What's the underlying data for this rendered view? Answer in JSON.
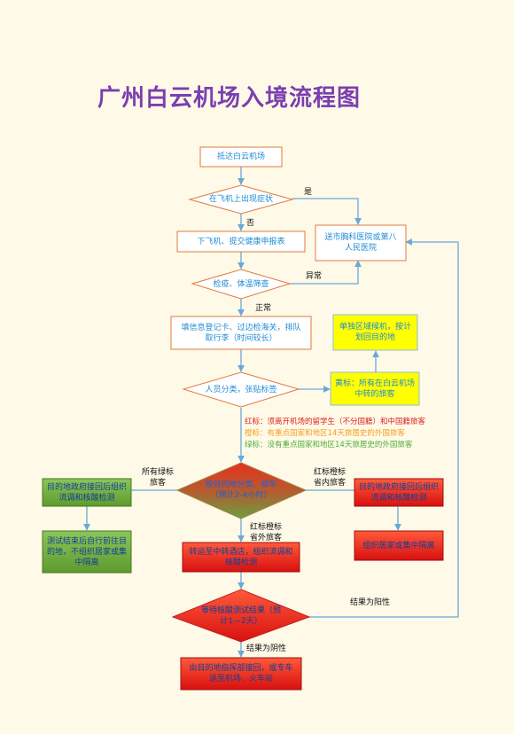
{
  "title": "广州白云机场入境流程图",
  "nodes": {
    "arrive": "抵达白云机场",
    "symptom_q": "在飞机上出现症状",
    "disembark": "下飞机、提交健康申报表",
    "hospital": "送市胸科医院或第八人民医院",
    "check_q": "检疫、体温筛查",
    "fill": "填信息登记卡、过边检海关，排队取行李（时间较长）",
    "sort_q": "人员分类，张贴标签",
    "yellow": "黄标：所有在白云机场中转的旅客",
    "yellow_action": "单独区域候机，按计划回目的地",
    "dest_q": "按目的地分类、候车（预计2-4小时）",
    "green_action": "目的地政府接回后组织流调和核酸检测",
    "green_after": "测试结束后自行前往目的地，不组织居家或集中隔离",
    "red_in_action": "目的地政府接回后组织流调和核酸检测",
    "red_in_after": "组织居家或集中隔离",
    "hotel": "转运至中转酒店，组织流调和核酸检测",
    "result_q": "等待核酸测试结果（预计1—2天）",
    "final": "由目的地指挥部接回，或专车送至机场、火车站"
  },
  "edge_labels": {
    "yes": "是",
    "no": "否",
    "abnormal": "异常",
    "normal": "正常",
    "all_green": "所有绿标旅客",
    "red_in_province": "红标橙标省内旅客",
    "red_out_province": "红标橙标省外旅客",
    "positive": "结果为阳性",
    "negative": "结果为阴性"
  },
  "legend": {
    "red": "红标：须离开机场的留学生（不分国籍）和中国籍旅客",
    "orange": "橙标：有重点国家和地区14天旅居史的外国旅客",
    "green": "绿标：没有重点国家和地区14天旅居史的外国旅客"
  },
  "colors": {
    "box_border": "#e07a3a",
    "blue_text": "#1f8ad6",
    "arrow": "#6aa8d8",
    "green_fill": "#76b043",
    "red_fill": "#e8281e",
    "yellow_fill": "#ffff00",
    "title": "#7a3fb0",
    "legend_red": "#e02020",
    "legend_orange": "#f0a020",
    "legend_green": "#4caf3a"
  }
}
